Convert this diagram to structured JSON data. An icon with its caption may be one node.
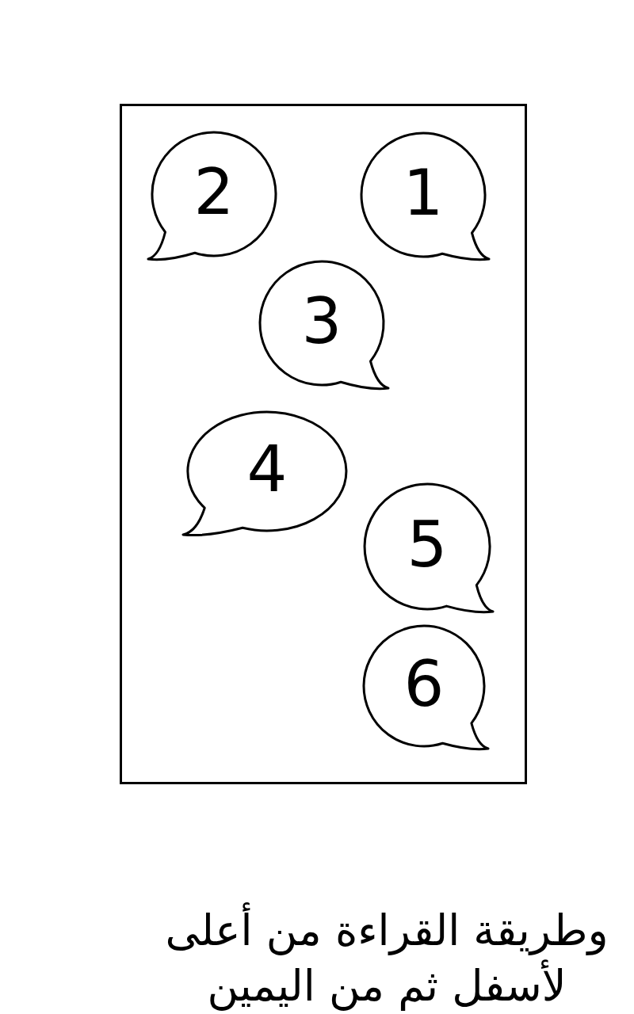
{
  "diagram": {
    "caption": "وطريقة القراءة من أعلى لأسفل ثم من اليمين",
    "nodes": [
      {
        "text": [],
        "shape": "box"
      },
      {
        "text": [
          "1"
        ],
        "in": 0
      },
      {
        "text": [
          "2"
        ],
        "in": 0
      },
      {
        "text": [
          "3"
        ],
        "in": 0
      },
      {
        "text": [
          "4"
        ],
        "in": 0
      },
      {
        "text": [
          "5"
        ],
        "in": 0
      },
      {
        "text": [
          "6"
        ],
        "in": 0
      }
    ]
  }
}
